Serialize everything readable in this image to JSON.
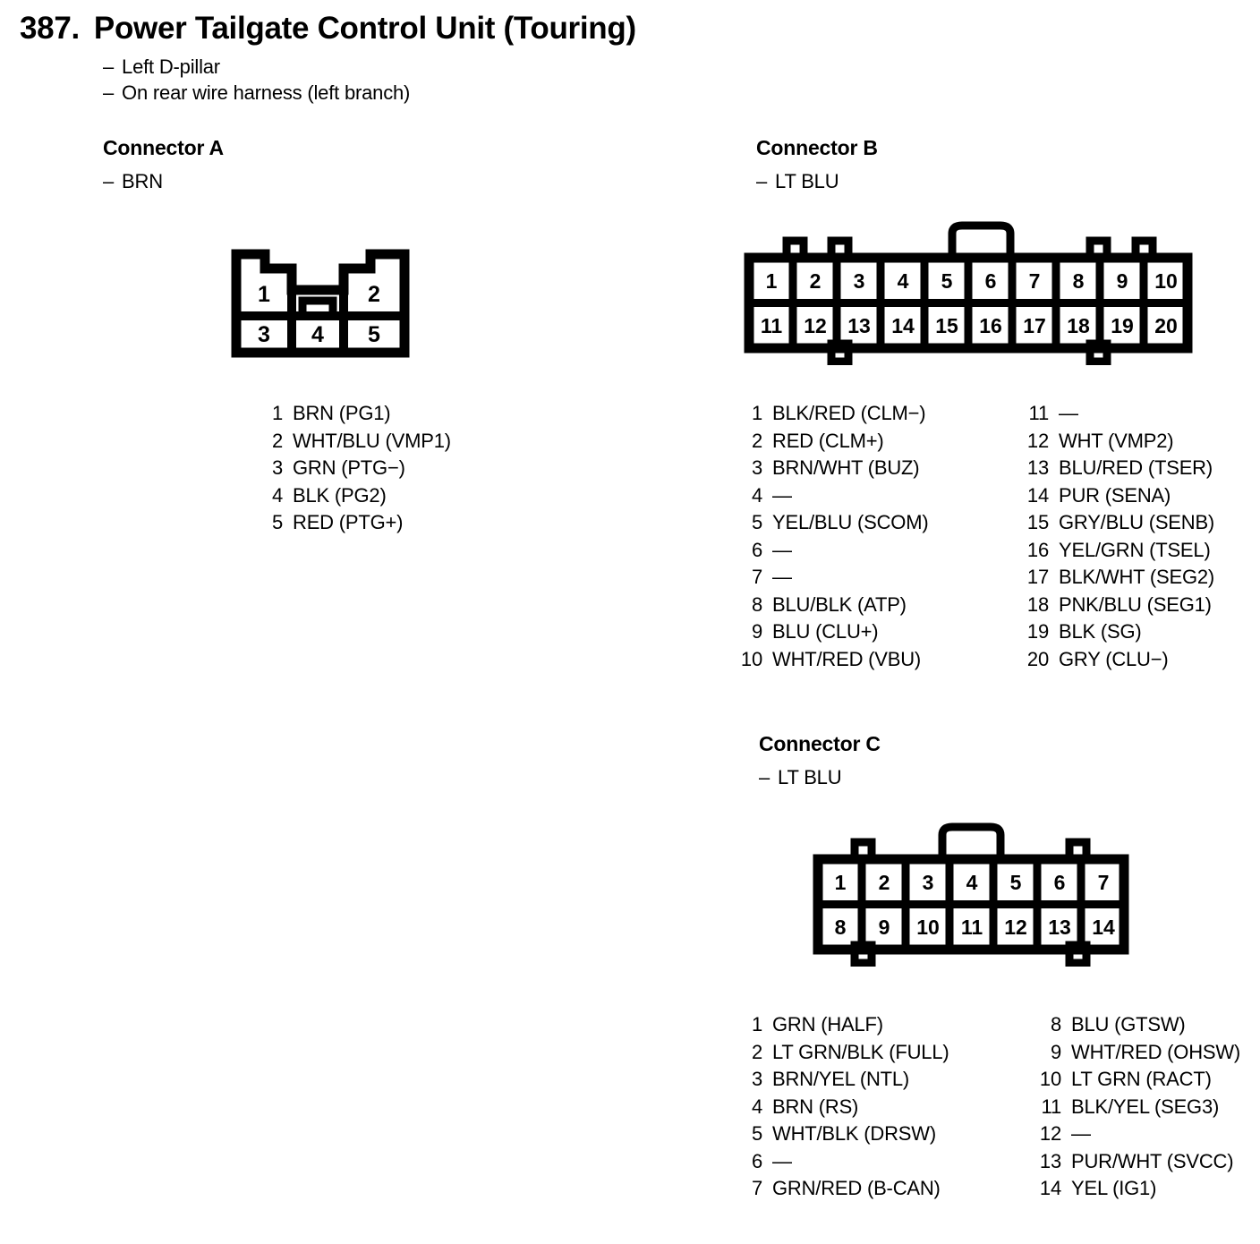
{
  "document": {
    "number": "387.",
    "title": "Power Tailgate Control Unit (Touring)",
    "notes": [
      "Left D-pillar",
      "On rear wire harness (left branch)"
    ],
    "dash": "–",
    "empty_pin": "—"
  },
  "connectors": [
    {
      "id": "a",
      "title": "Connector A",
      "color": "LT BRN placeholder",
      "color_label": "BRN",
      "pin_count": 5,
      "layout": {
        "type": "5pin",
        "rows": [
          [
            1,
            2
          ],
          [
            3,
            4,
            5
          ]
        ]
      },
      "cells_top": [
        "1",
        "2"
      ],
      "cells_bottom": [
        "3",
        "4",
        "5"
      ],
      "pins_col1": [
        {
          "no": "1",
          "desc": "BRN (PG1)"
        },
        {
          "no": "2",
          "desc": "WHT/BLU (VMP1)"
        },
        {
          "no": "3",
          "desc": "GRN (PTG−)"
        },
        {
          "no": "4",
          "desc": "BLK (PG2)"
        },
        {
          "no": "5",
          "desc": "RED (PTG+)"
        }
      ],
      "pins_col2": []
    },
    {
      "id": "b",
      "title": "Connector B",
      "color_label": "LT BLU",
      "pin_count": 20,
      "cells_top": [
        "1",
        "2",
        "3",
        "4",
        "5",
        "6",
        "7",
        "8",
        "9",
        "10"
      ],
      "cells_bottom": [
        "11",
        "12",
        "13",
        "14",
        "15",
        "16",
        "17",
        "18",
        "19",
        "20"
      ],
      "pins_col1": [
        {
          "no": "1",
          "desc": "BLK/RED (CLM−)"
        },
        {
          "no": "2",
          "desc": "RED (CLM+)"
        },
        {
          "no": "3",
          "desc": "BRN/WHT (BUZ)"
        },
        {
          "no": "4",
          "desc": "—"
        },
        {
          "no": "5",
          "desc": "YEL/BLU (SCOM)"
        },
        {
          "no": "6",
          "desc": "—"
        },
        {
          "no": "7",
          "desc": "—"
        },
        {
          "no": "8",
          "desc": "BLU/BLK (ATP)"
        },
        {
          "no": "9",
          "desc": "BLU (CLU+)"
        },
        {
          "no": "10",
          "desc": "WHT/RED (VBU)"
        }
      ],
      "pins_col2": [
        {
          "no": "11",
          "desc": "—"
        },
        {
          "no": "12",
          "desc": "WHT (VMP2)"
        },
        {
          "no": "13",
          "desc": "BLU/RED (TSER)"
        },
        {
          "no": "14",
          "desc": "PUR (SENA)"
        },
        {
          "no": "15",
          "desc": "GRY/BLU (SENB)"
        },
        {
          "no": "16",
          "desc": "YEL/GRN (TSEL)"
        },
        {
          "no": "17",
          "desc": "BLK/WHT (SEG2)"
        },
        {
          "no": "18",
          "desc": "PNK/BLU (SEG1)"
        },
        {
          "no": "19",
          "desc": "BLK (SG)"
        },
        {
          "no": "20",
          "desc": "GRY (CLU−)"
        }
      ]
    },
    {
      "id": "c",
      "title": "Connector C",
      "color_label": "LT BLU",
      "pin_count": 14,
      "cells_top": [
        "1",
        "2",
        "3",
        "4",
        "5",
        "6",
        "7"
      ],
      "cells_bottom": [
        "8",
        "9",
        "10",
        "11",
        "12",
        "13",
        "14"
      ],
      "pins_col1": [
        {
          "no": "1",
          "desc": "GRN (HALF)"
        },
        {
          "no": "2",
          "desc": "LT GRN/BLK (FULL)"
        },
        {
          "no": "3",
          "desc": "BRN/YEL (NTL)"
        },
        {
          "no": "4",
          "desc": "BRN (RS)"
        },
        {
          "no": "5",
          "desc": "WHT/BLK (DRSW)"
        },
        {
          "no": "6",
          "desc": "—"
        },
        {
          "no": "7",
          "desc": "GRN/RED (B-CAN)"
        }
      ],
      "pins_col2": [
        {
          "no": "8",
          "desc": "BLU (GTSW)"
        },
        {
          "no": "9",
          "desc": "WHT/RED (OHSW)"
        },
        {
          "no": "10",
          "desc": "LT GRN (RACT)"
        },
        {
          "no": "11",
          "desc": "BLK/YEL (SEG3)"
        },
        {
          "no": "12",
          "desc": "—"
        },
        {
          "no": "13",
          "desc": "PUR/WHT (SVCC)"
        },
        {
          "no": "14",
          "desc": "YEL (IG1)"
        }
      ]
    }
  ],
  "colors": {
    "ink": "#000000",
    "paper": "#ffffff"
  }
}
